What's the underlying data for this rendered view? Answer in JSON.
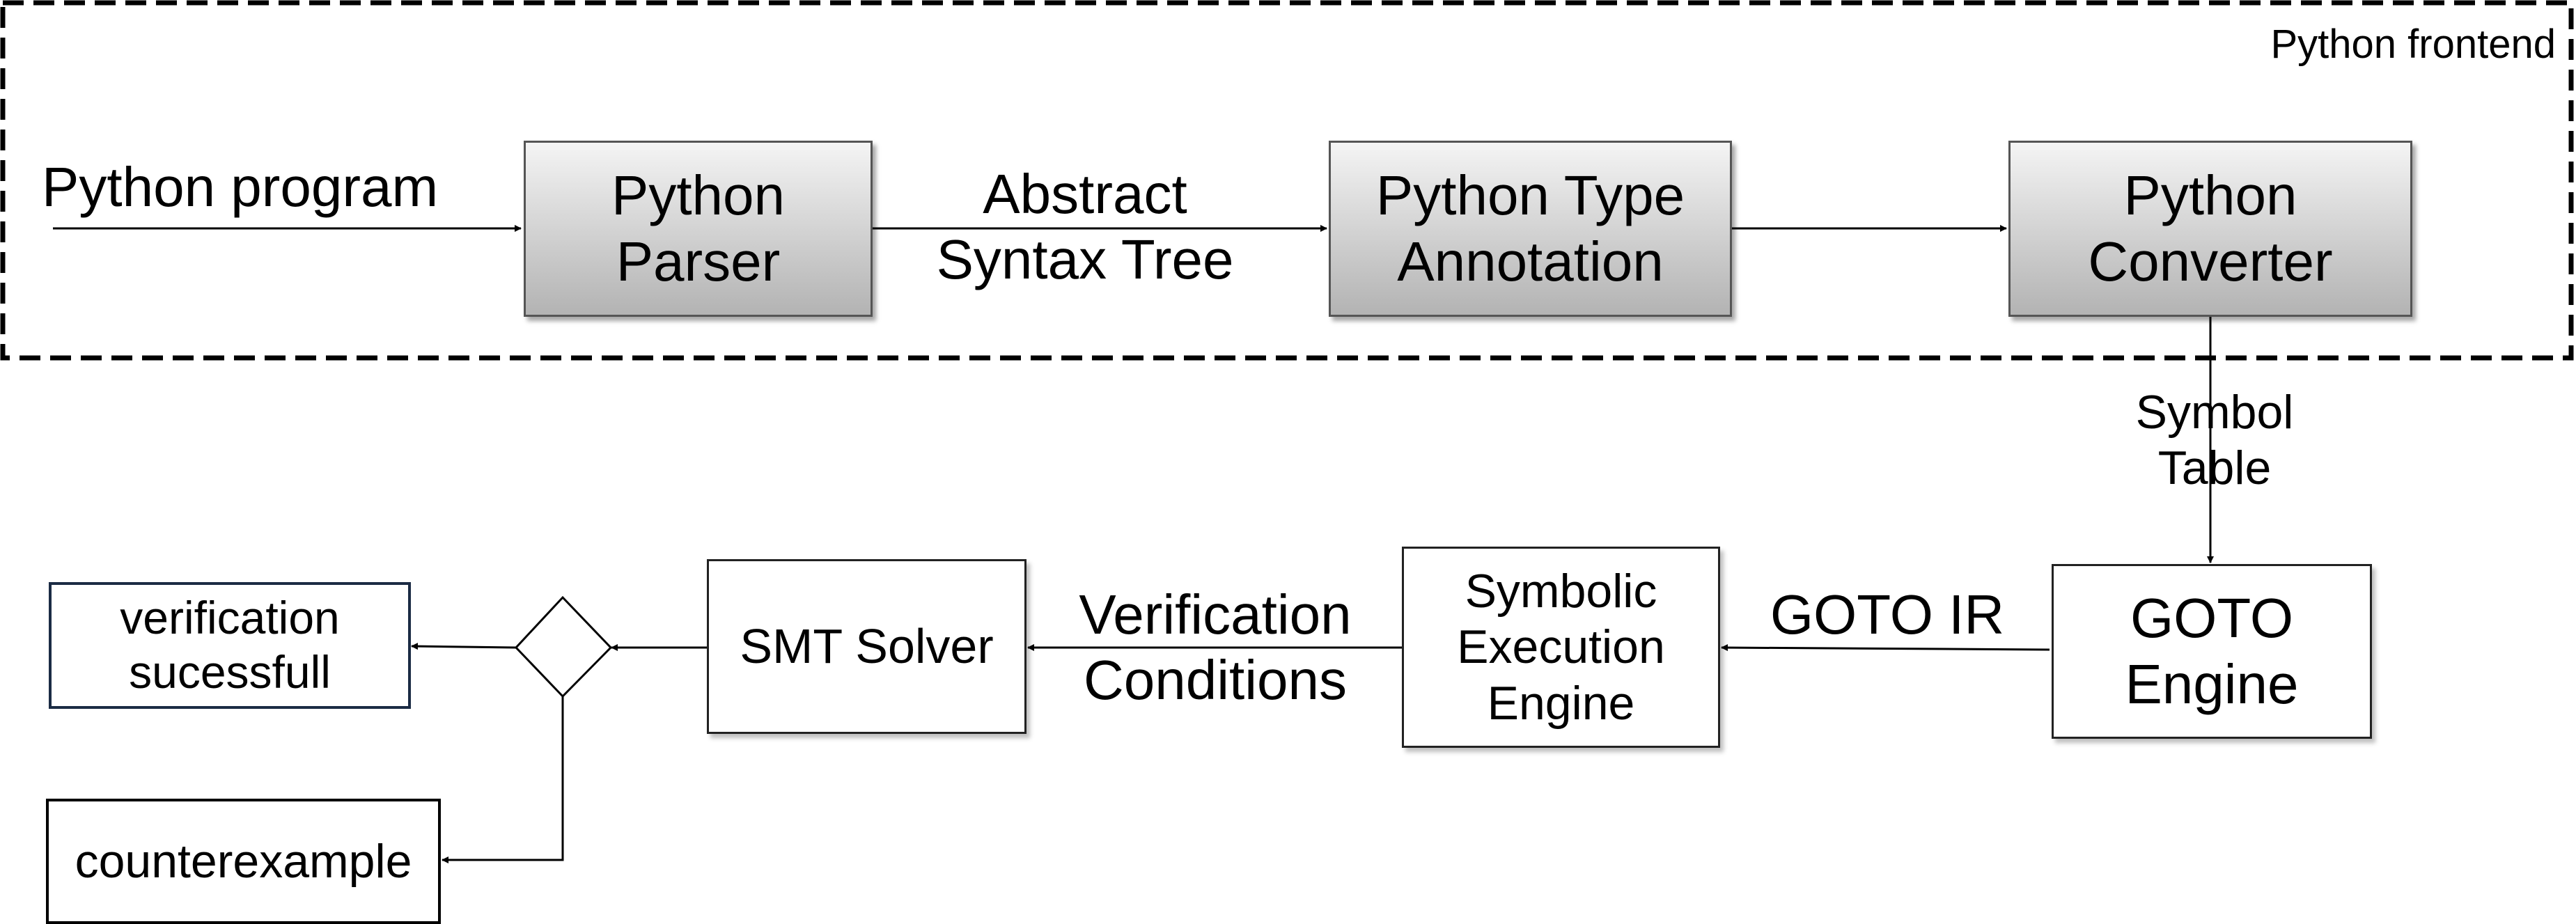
{
  "frontend_label": "Python frontend",
  "input_label": "Python program",
  "nodes": {
    "python_parser": "Python\nParser",
    "python_type_annotation": "Python Type\nAnnotation",
    "python_converter": "Python\nConverter",
    "goto_engine": "GOTO\nEngine",
    "symbolic_execution_engine": "Symbolic\nExecution\nEngine",
    "smt_solver": "SMT Solver",
    "verification_successful": "verification\nsucessfull",
    "counterexample": "counterexample"
  },
  "edge_labels": {
    "abstract_syntax_tree": "Abstract\nSyntax Tree",
    "symbol_table": "Symbol\nTable",
    "goto_ir": "GOTO IR",
    "verification_conditions": "Verification\nConditions"
  }
}
